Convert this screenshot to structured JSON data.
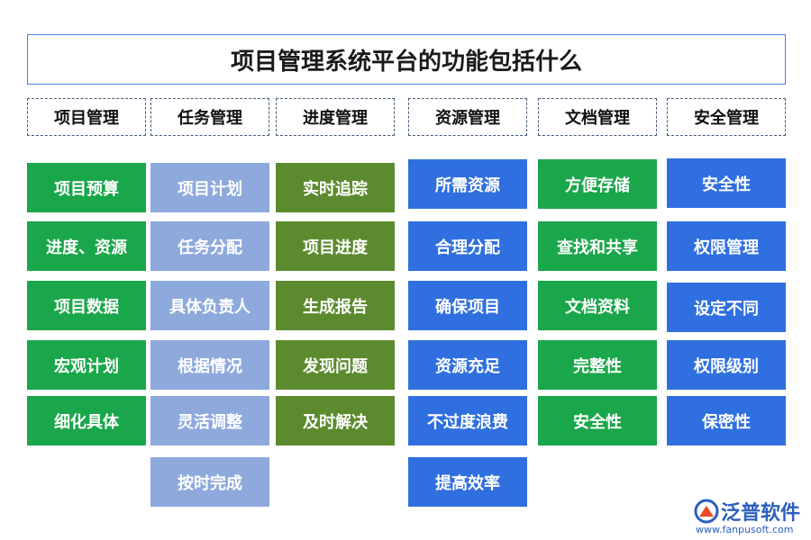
{
  "title": "项目管理系统平台的功能包括什么",
  "columns": [
    {
      "header": "项目管理",
      "color": "#1aa64a",
      "items": [
        "项目预算",
        "进度、资源",
        "项目数据",
        "宏观计划",
        "细化具体"
      ]
    },
    {
      "header": "任务管理",
      "color": "#8ea9dc",
      "items": [
        "项目计划",
        "任务分配",
        "具体负责人",
        "根据情况",
        "灵活调整",
        "按时完成"
      ]
    },
    {
      "header": "进度管理",
      "color": "#5c8a2e",
      "items": [
        "实时追踪",
        "项目进度",
        "生成报告",
        "发现问题",
        "及时解决"
      ]
    },
    {
      "header": "资源管理",
      "color": "#2f6fe0",
      "items": [
        "所需资源",
        "合理分配",
        "确保项目",
        "资源充足",
        "不过度浪费",
        "提高效率"
      ]
    },
    {
      "header": "文档管理",
      "color": "#1aa64a",
      "items": [
        "方便存储",
        "查找和共享",
        "文档资料",
        "完整性",
        "安全性"
      ]
    },
    {
      "header": "安全管理",
      "color": "#2f6fe0",
      "items": [
        "安全性",
        "权限管理",
        "设定不同",
        "权限级别",
        "保密性"
      ]
    }
  ],
  "logo": {
    "name": "泛普软件",
    "url": "www.fanpusoft.com",
    "color": "#2a5fc0"
  }
}
